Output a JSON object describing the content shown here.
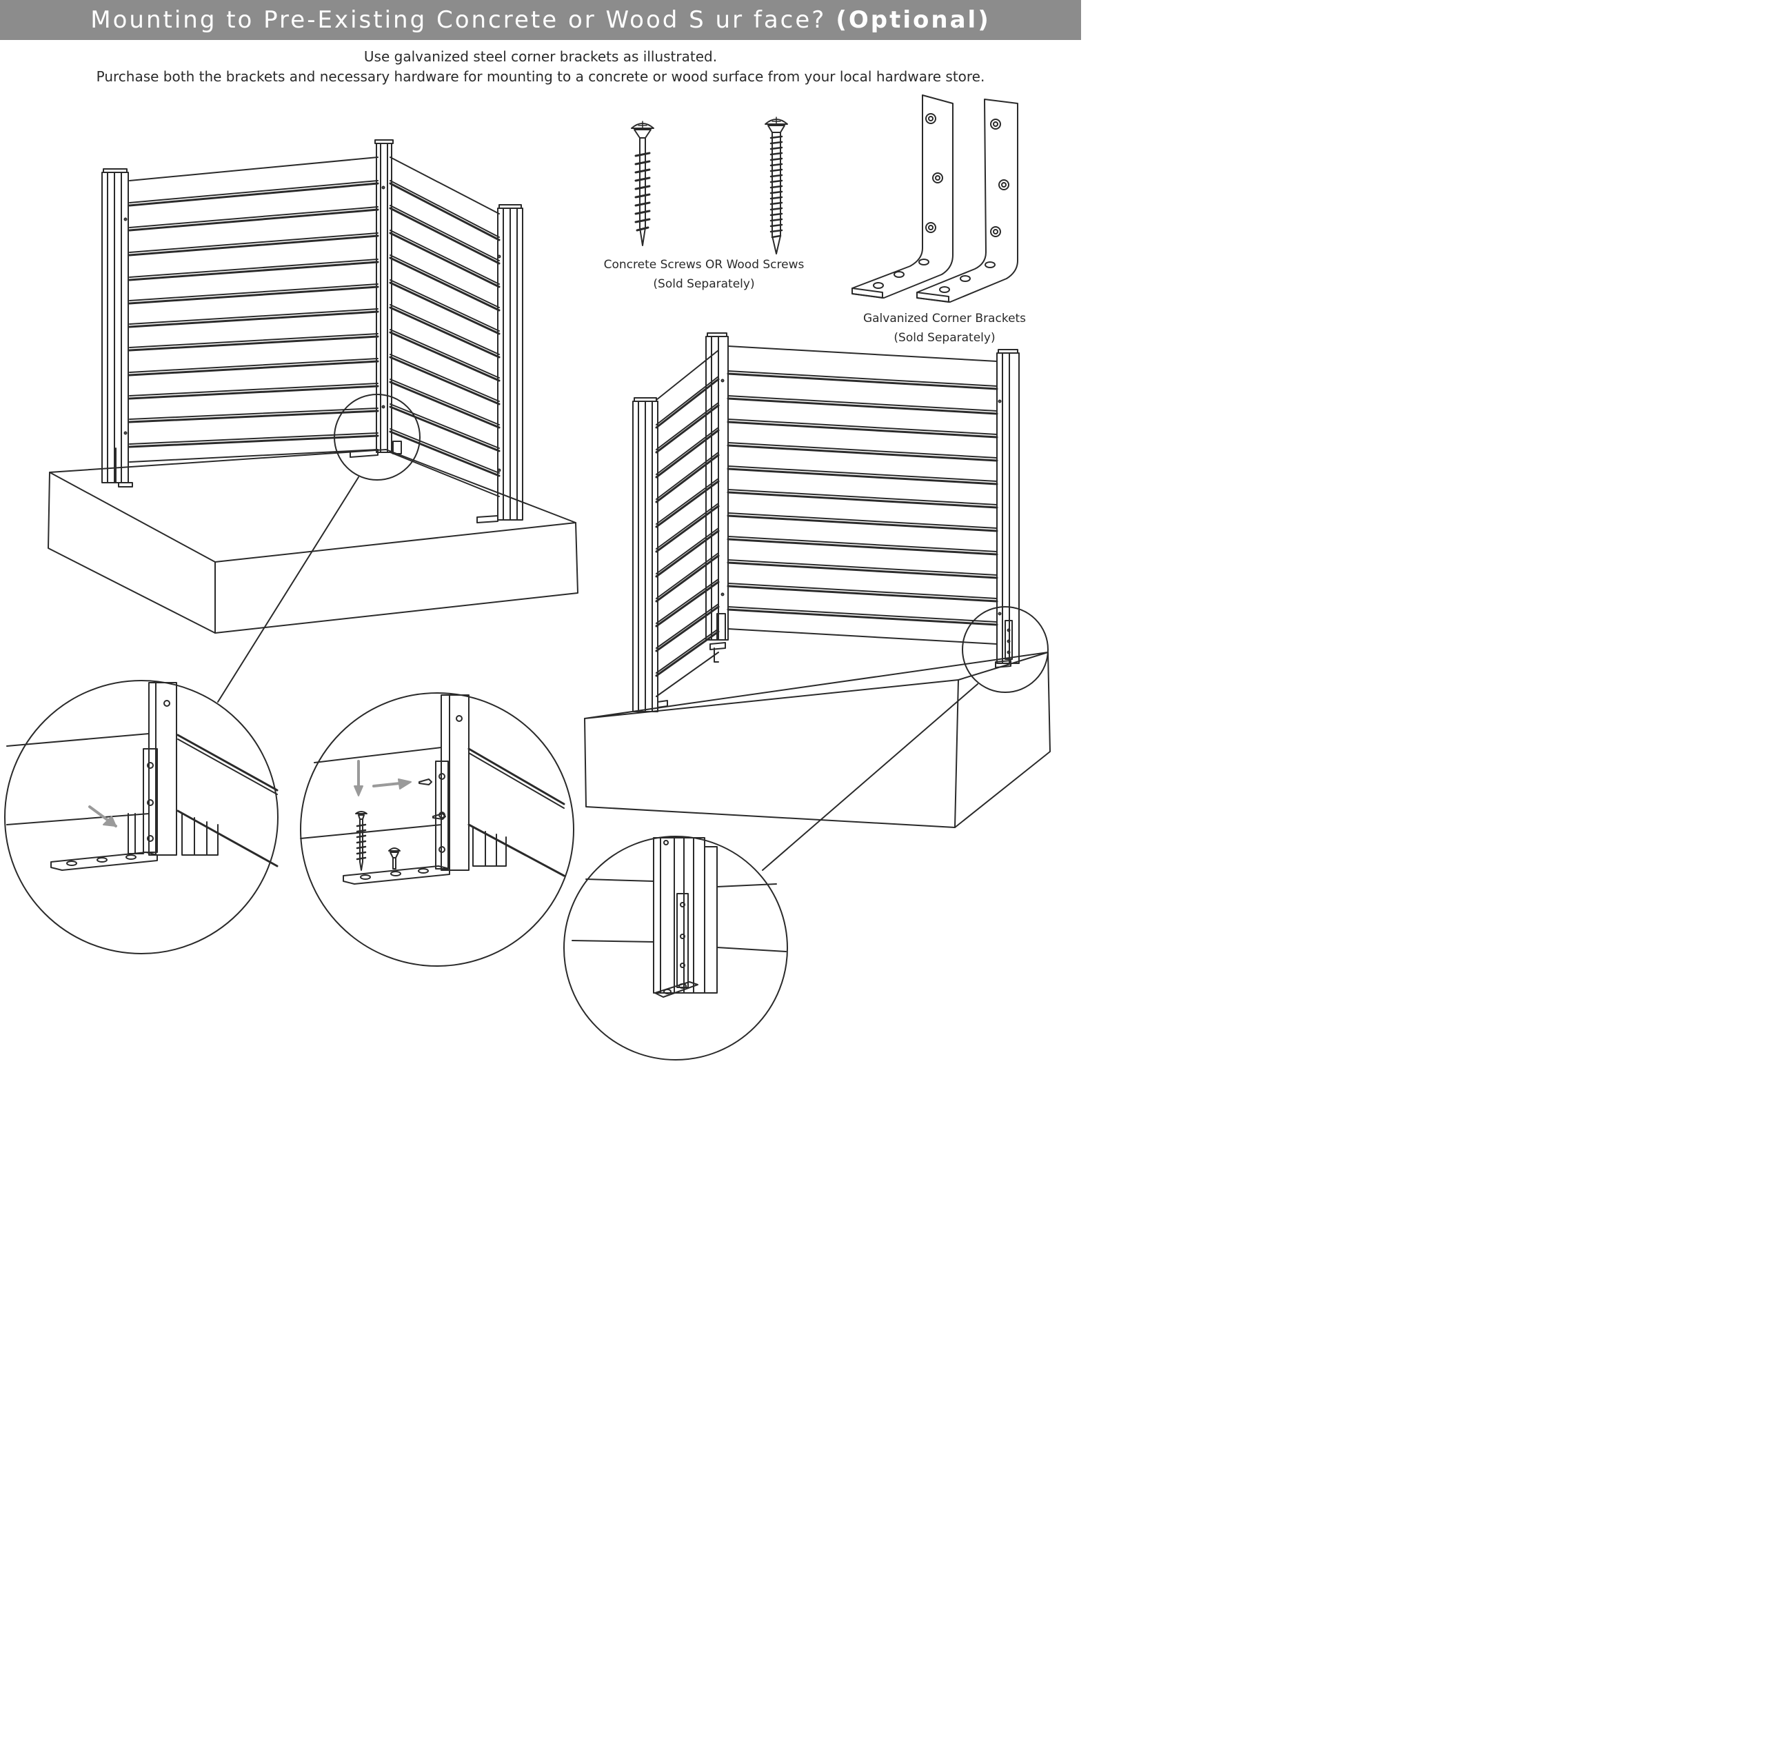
{
  "header": {
    "title": "Mounting to Pre-Existing Concrete or  Wood S ur face?",
    "optional": "(Optional)"
  },
  "instructions": {
    "line1": "Use galvanized steel corner brackets as illustrated.",
    "line2": "Purchase both the brackets and necessary hardware for mounting to a concrete or wood surface from your local hardware store."
  },
  "hardware": {
    "screws_label": "Concrete Screws  OR  Wood Screws",
    "screws_note": "(Sold Separately)",
    "brackets_label": "Galvanized Corner Brackets",
    "brackets_note": "(Sold Separately)"
  },
  "colors": {
    "title_bar": "#8c8c8c",
    "title_text": "#ffffff",
    "line": "#2a2a2a",
    "arrow": "#9a9a9a"
  }
}
